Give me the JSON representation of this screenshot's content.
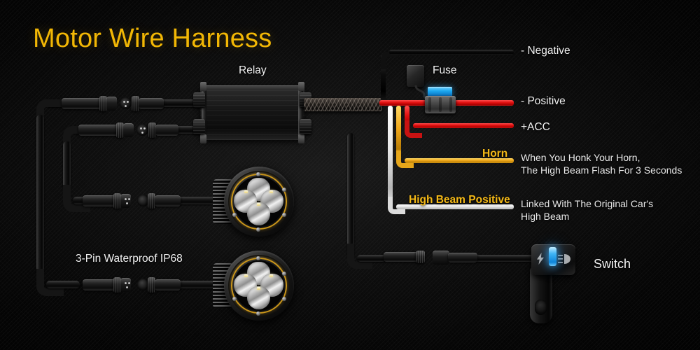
{
  "page": {
    "title": "Motor Wire Harness",
    "background_color": "#050505",
    "accent_gold": "#F2B705",
    "label_white": "#F2F2F2"
  },
  "components": {
    "relay": {
      "label": "Relay"
    },
    "fuse": {
      "label": "Fuse",
      "fuse_color": "#1BA7EF"
    },
    "switch": {
      "label": "Switch",
      "led_color": "#3FB4F5",
      "icons": [
        "lightning-bolt-icon",
        "headlight-beam-icon"
      ]
    },
    "connectors": {
      "label": "3-Pin Waterproof IP68"
    },
    "led_pods": {
      "count": 2,
      "ring_color": "#C9951A"
    }
  },
  "wires": [
    {
      "id": "negative",
      "label": "- Negative",
      "label_color": "#F2F2F2",
      "wire_color": "#0C0C0C",
      "description": ""
    },
    {
      "id": "positive",
      "label": "- Positive",
      "label_color": "#F2F2F2",
      "wire_color": "#E00F0F",
      "description": ""
    },
    {
      "id": "acc",
      "label": "+ACC",
      "label_color": "#F2F2F2",
      "wire_color": "#E00F0F",
      "description": ""
    },
    {
      "id": "horn",
      "label": "Horn",
      "label_color": "#F5B916",
      "wire_color": "#F0A81B",
      "description_line1": "When You Honk Your Horn,",
      "description_line2": "The High Beam Flash For 3 Seconds"
    },
    {
      "id": "high-beam-positive",
      "label": "High Beam Positive",
      "label_color": "#F5B916",
      "wire_color": "#E8E8E8",
      "description_line1": "Linked With The Original Car's",
      "description_line2": "High Beam"
    }
  ]
}
